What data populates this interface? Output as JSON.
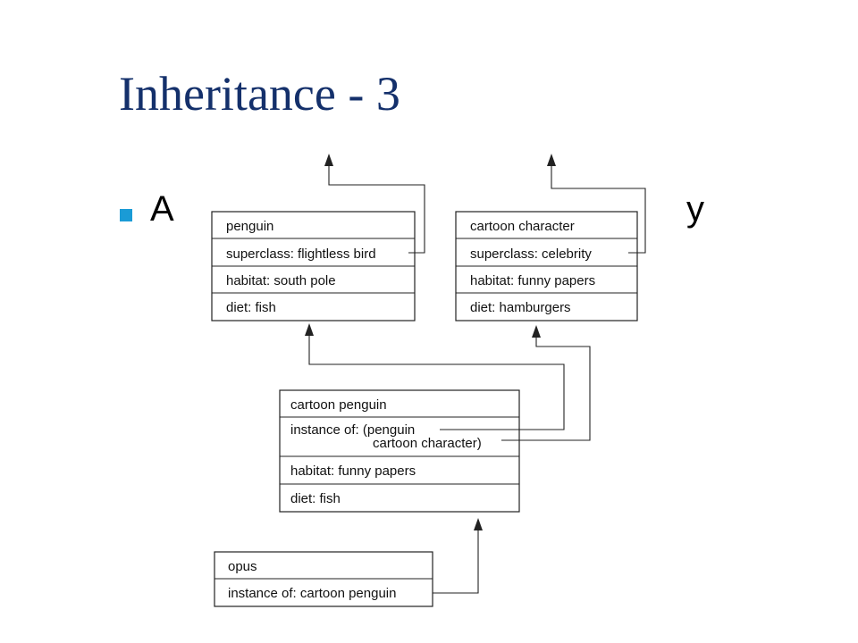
{
  "slide": {
    "title": "Inheritance - 3",
    "bullet_visible_start": "A",
    "bullet_visible_end": "y",
    "accent_color": "#1a9bd6",
    "title_color": "#14306b"
  },
  "frames": {
    "penguin": {
      "name": "penguin",
      "superclass": "superclass: flightless bird",
      "habitat": "habitat: south pole",
      "diet": "diet: fish"
    },
    "cartoon_character": {
      "name": "cartoon character",
      "superclass": "superclass: celebrity",
      "habitat": "habitat: funny papers",
      "diet": "diet: hamburgers"
    },
    "cartoon_penguin": {
      "name": "cartoon penguin",
      "instance_line1": "instance of: (penguin",
      "instance_line2": "cartoon character)",
      "habitat": "habitat: funny papers",
      "diet": "diet: fish"
    },
    "opus": {
      "name": "opus",
      "instance": "instance of: cartoon penguin"
    }
  }
}
